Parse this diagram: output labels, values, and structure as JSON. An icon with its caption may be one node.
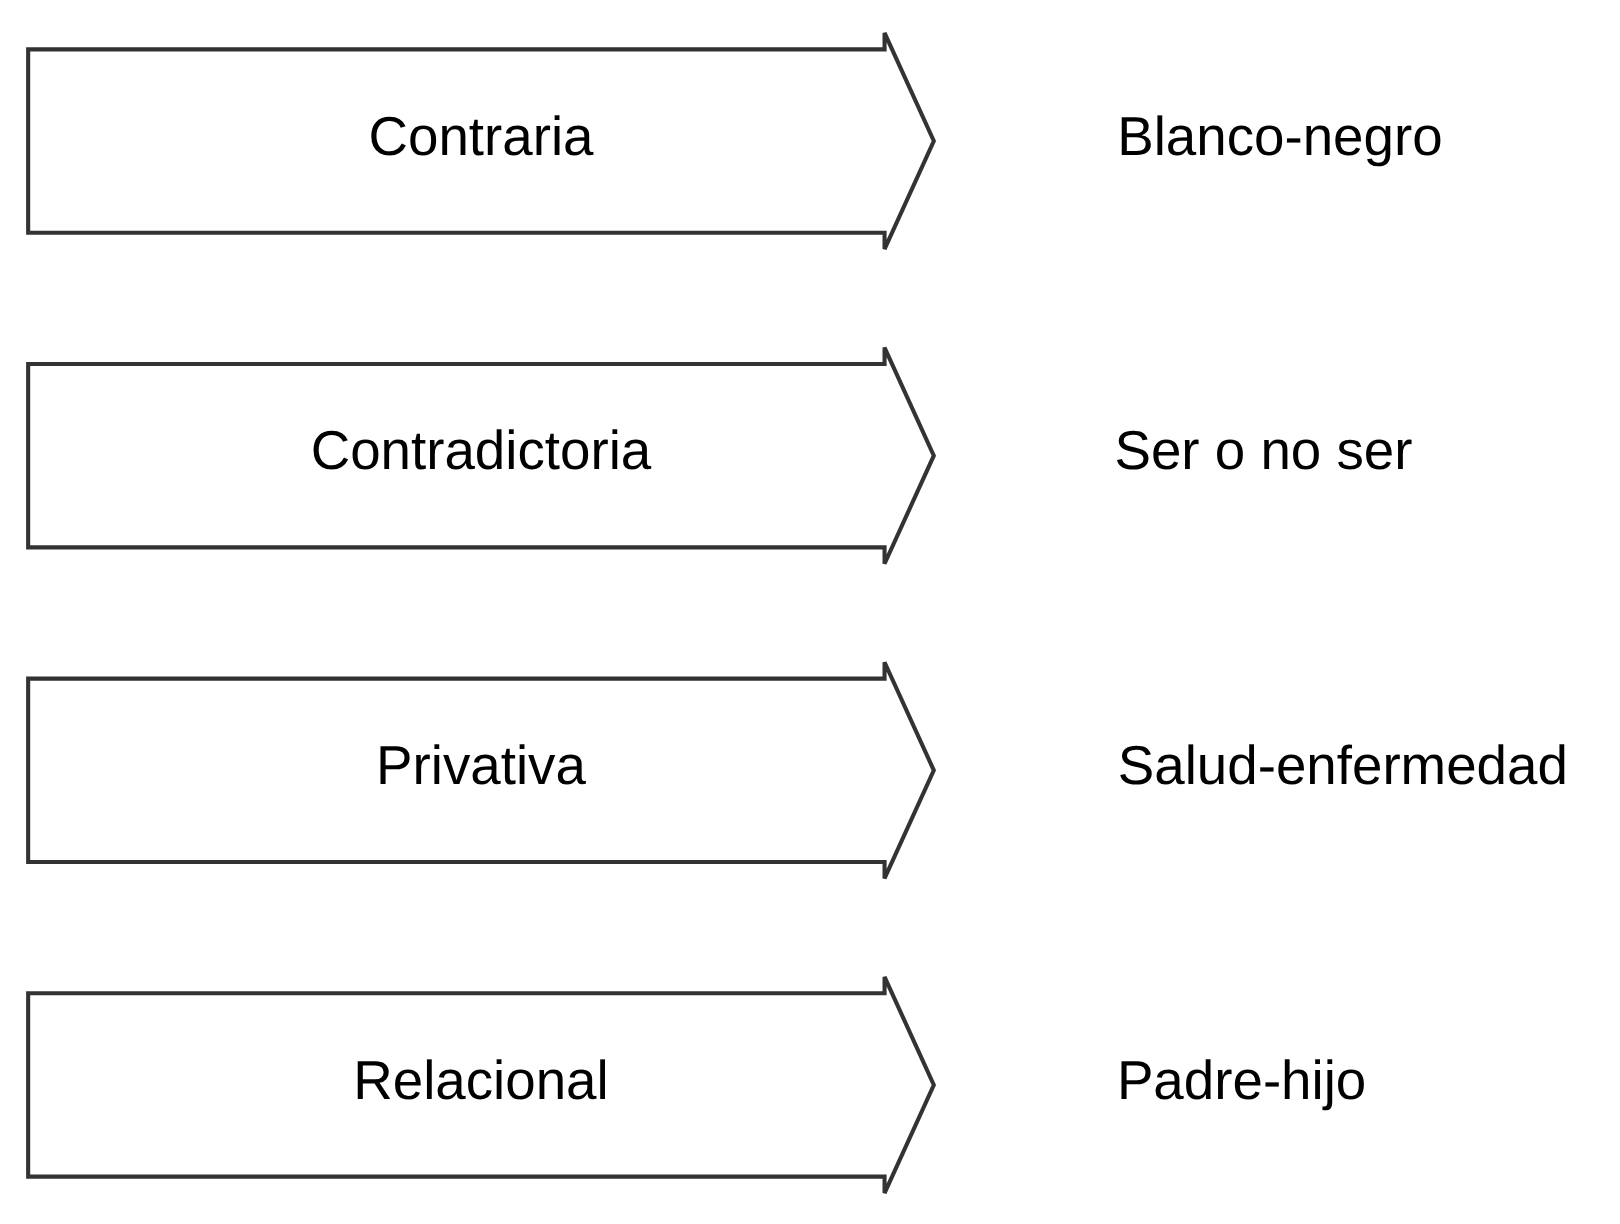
{
  "diagram": {
    "nodes": [
      {
        "text": [
          "Contraria"
        ],
        "beside": [
          "Blanco-negro"
        ]
      },
      {
        "text": [
          "Contradictoria"
        ],
        "beside": [
          "Ser o no ser"
        ]
      },
      {
        "text": [
          "Privativa"
        ],
        "beside": [
          "Salud-enfermedad"
        ]
      },
      {
        "text": [
          "Relacional"
        ],
        "beside": [
          "Padre-hijo"
        ]
      }
    ]
  }
}
